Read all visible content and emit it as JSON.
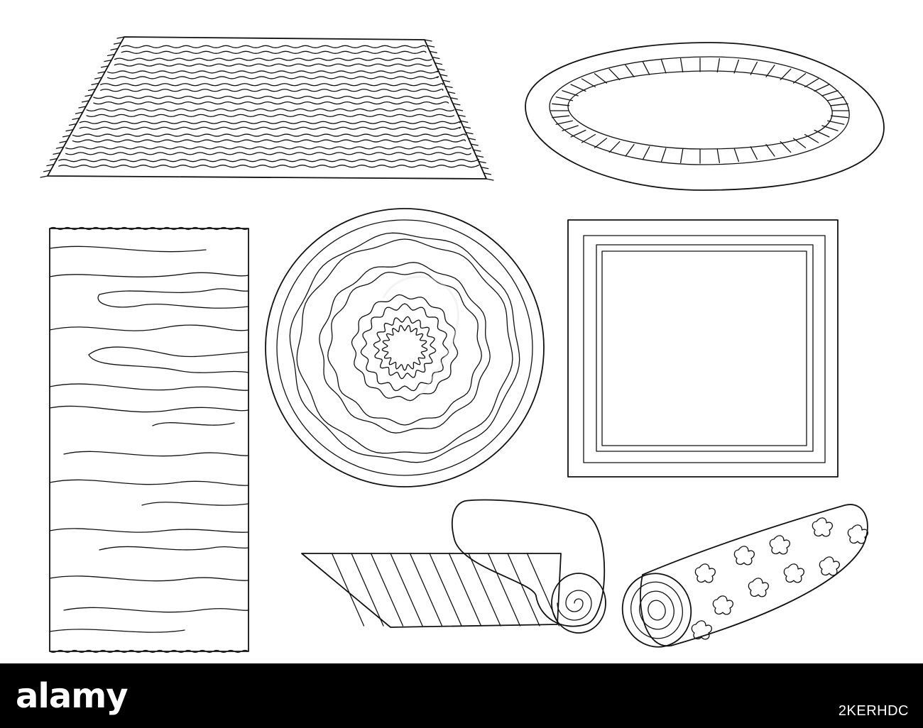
{
  "artwork": {
    "background_color": "#ffffff",
    "line_color": "#111111",
    "items": [
      "striped-fringe-rug",
      "oval-rug",
      "long-rectangular-rug",
      "round-rug",
      "square-bordered-rug",
      "rolled-striped-rug",
      "rolled-patterned-rug"
    ]
  },
  "footer": {
    "background_color": "#000000",
    "text_color": "#ffffff",
    "logo_text": "alamy",
    "image_id": "2KERHDC"
  }
}
